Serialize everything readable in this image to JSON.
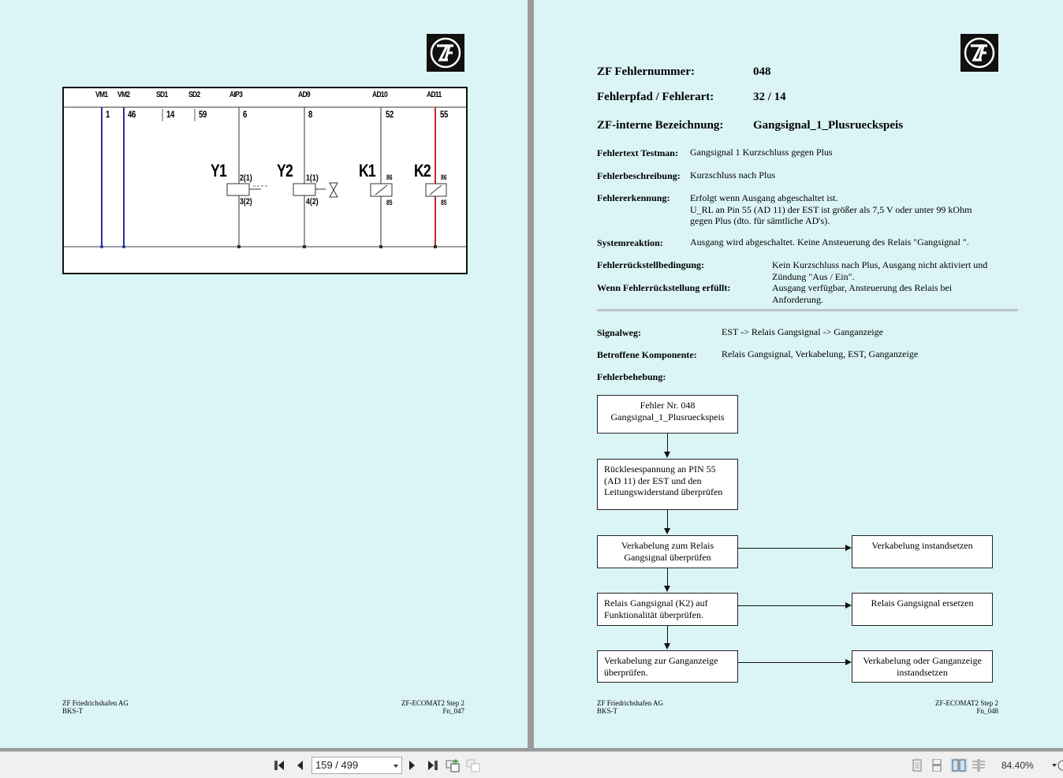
{
  "left_page": {
    "schematic": {
      "signals": [
        {
          "name": "VM1",
          "pin": "1",
          "color": "#2b2fa0"
        },
        {
          "name": "VM2",
          "pin": "46",
          "color": "#2b2fa0"
        },
        {
          "name": "SD1",
          "pin": "14",
          "color": "#333333"
        },
        {
          "name": "SD2",
          "pin": "59",
          "color": "#333333"
        },
        {
          "name": "AIP3",
          "pin": "6",
          "color": "#333333"
        },
        {
          "name": "AD9",
          "pin": "8",
          "color": "#333333"
        },
        {
          "name": "AD10",
          "pin": "52",
          "color": "#333333"
        },
        {
          "name": "AD11",
          "pin": "55",
          "color": "#c0272d"
        }
      ],
      "components": [
        {
          "name": "Y1",
          "top_pin": "2(1)",
          "bottom_pin": "3(2)"
        },
        {
          "name": "Y2",
          "top_pin": "1(1)",
          "bottom_pin": "4(2)"
        },
        {
          "name": "K1",
          "top_pin": "86",
          "bottom_pin": "85"
        },
        {
          "name": "K2",
          "top_pin": "86",
          "bottom_pin": "85"
        }
      ]
    },
    "footer": {
      "company": "ZF Friedrichshafen AG",
      "dept": "BKS-T",
      "product": "ZF-ECOMAT2  Step 2",
      "code": "Fn_047"
    }
  },
  "right_page": {
    "header": {
      "fehlernummer_label": "ZF Fehlernummer:",
      "fehlernummer_value": "048",
      "fehlerpfad_label": "Fehlerpfad / Fehlerart:",
      "fehlerpfad_value": "32 / 14",
      "bezeichnung_label": "ZF-interne Bezeichnung:",
      "bezeichnung_value": "Gangsignal_1_Plusrueckspeis"
    },
    "fields": {
      "testman_label": "Fehlertext Testman:",
      "testman_value": "Gangsignal 1 Kurzschluss gegen Plus",
      "beschreibung_label": "Fehlerbeschreibung:",
      "beschreibung_value": "Kurzschluss nach Plus",
      "erkennung_label": "Fehlererkennung:",
      "erkennung_line1": "Erfolgt wenn Ausgang abgeschaltet ist.",
      "erkennung_line2": "U_RL an Pin 55 (AD 11) der EST ist größer als 7,5 V oder unter 99 kOhm",
      "erkennung_line3": "gegen Plus (dto. für sämtliche AD's).",
      "systemreaktion_label": "Systemreaktion:",
      "systemreaktion_value": "Ausgang wird abgeschaltet. Keine Ansteuerung des Relais \"Gangsignal \".",
      "rueckstell_label": "Fehlerrückstellbedingung:",
      "rueckstell_line1": "Kein Kurzschluss nach Plus, Ausgang nicht aktiviert und",
      "rueckstell_line2": "Zündung \"Aus / Ein\".",
      "erfuellt_label": "Wenn Fehlerrückstellung erfüllt:",
      "erfuellt_line1": "Ausgang verfügbar, Ansteuerung des Relais bei",
      "erfuellt_line2": "Anforderung.",
      "signalweg_label": "Signalweg:",
      "signalweg_value": "EST -> Relais Gangsignal -> Ganganzeige",
      "komponente_label": "Betroffene Komponente:",
      "komponente_value": "Relais Gangsignal, Verkabelung, EST, Ganganzeige",
      "behebung_label": "Fehlerbehebung:"
    },
    "flowchart": {
      "start_line1": "Fehler Nr. 048",
      "start_line2": "Gangsignal_1_Plusrueckspeis",
      "step1": "Rücklesespannung an PIN 55 (AD 11) der EST und den Leitungswiderstand überprüfen",
      "step2": "Verkabelung zum Relais Gangsignal überprüfen",
      "step2_action": "Verkabelung instandsetzen",
      "step3": "Relais Gangsignal (K2) auf Funktionalität überprüfen.",
      "step3_action": "Relais Gangsignal ersetzen",
      "step4": "Verkabelung zur Ganganzeige überprüfen.",
      "step4_action": "Verkabelung oder Ganganzeige instandsetzen"
    },
    "footer": {
      "company": "ZF Friedrichshafen AG",
      "dept": "BKS-T",
      "product": "ZF-ECOMAT2  Step 2",
      "code": "Fn_048"
    }
  },
  "toolbar": {
    "page_field": "159 / 499",
    "zoom": "84.40%"
  }
}
